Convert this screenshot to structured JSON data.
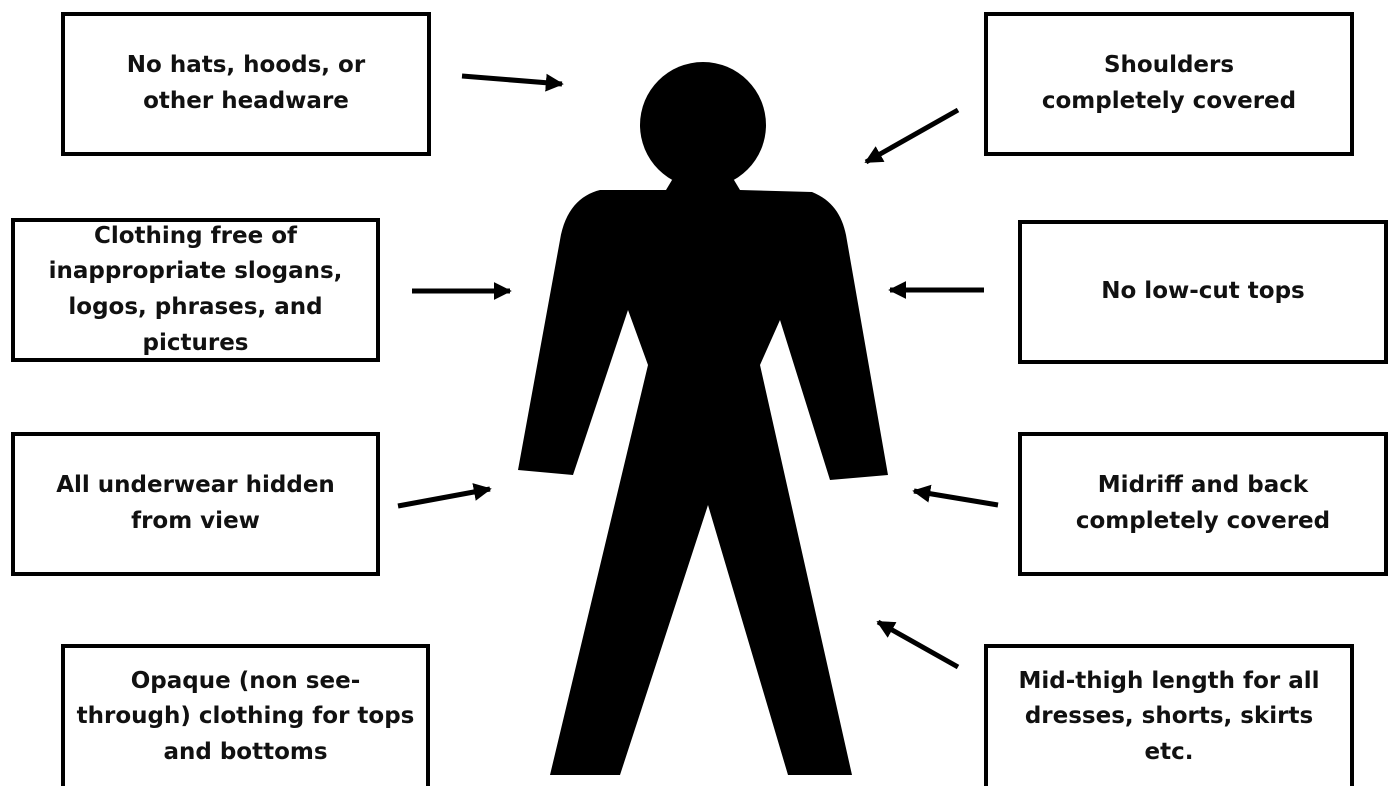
{
  "rules": {
    "headware": "No hats, hoods, or other headware",
    "shoulders": "Shoulders completely covered",
    "slogans": "Clothing free of inappropriate slogans, logos, phrases, and pictures",
    "low_cut": "No low-cut tops",
    "underwear": "All underwear hidden from view",
    "midriff": "Midriff and back completely covered",
    "opaque": "Opaque (non see-through) clothing for tops and bottoms",
    "mid_thigh": "Mid-thigh length for all dresses, shorts, skirts etc."
  },
  "colors": {
    "ink": "#000000",
    "background": "#ffffff"
  },
  "icons": {
    "figure": "person-silhouette-icon"
  }
}
